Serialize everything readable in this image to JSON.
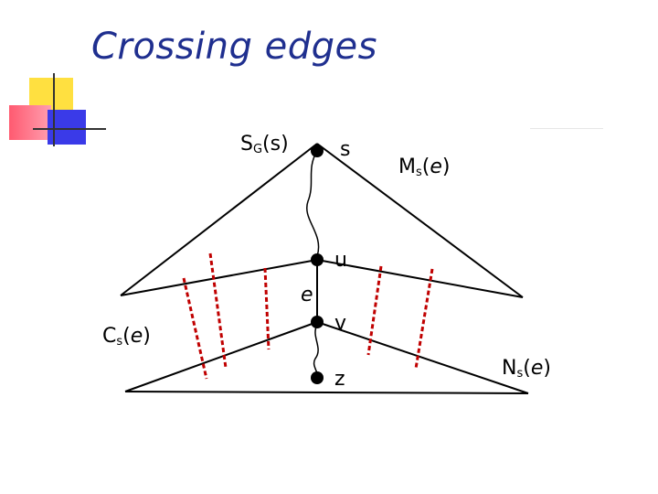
{
  "title": "Crossing edges",
  "labels": {
    "sg_main": "S",
    "sg_sub": "G",
    "sg_arg": "(s)",
    "s": "s",
    "u": "u",
    "e": "e",
    "v": "v",
    "z": "z",
    "ms_main": "M",
    "ms_sub": "s",
    "ms_open": "(",
    "ms_arg": "e",
    "ms_close": ")",
    "cs_main": "C",
    "cs_sub": "s",
    "cs_open": "(",
    "cs_arg": "e",
    "cs_close": ")",
    "ns_main": "N",
    "ns_sub": "s",
    "ns_open": "(",
    "ns_arg": "e",
    "ns_close": ")"
  },
  "colors": {
    "title": "#1f2f8f",
    "crossing_edges": "#c00000",
    "lines": "#000000"
  },
  "icons": [
    "decorative-color-squares-icon"
  ]
}
